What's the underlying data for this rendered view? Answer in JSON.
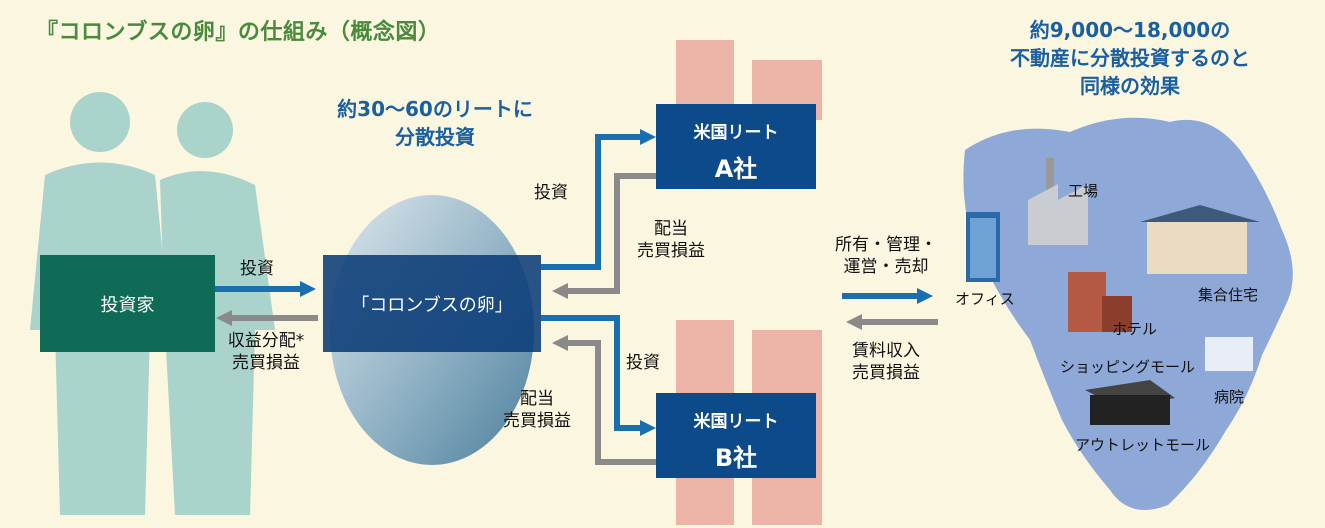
{
  "title": "『コロンブスの卵』の仕組み（概念図）",
  "center_heading": {
    "line1": "約30〜60のリートに",
    "line2": "分散投資"
  },
  "right_heading": {
    "line1": "約9,000〜18,000の",
    "line2": "不動産に分散投資するのと",
    "line3": "同様の効果"
  },
  "investor_label": "投資家",
  "fund_label": "「コロンブスの卵」",
  "reit_a": {
    "line1": "米国リート",
    "line2": "A社"
  },
  "reit_b": {
    "line1": "米国リート",
    "line2": "B社"
  },
  "flows": {
    "investor_to_fund": "投資",
    "fund_to_investor_1": "収益分配*",
    "fund_to_investor_2": "売買損益",
    "fund_to_a": "投資",
    "a_to_fund_1": "配当",
    "a_to_fund_2": "売買損益",
    "fund_to_b": "投資",
    "b_to_fund_1": "配当",
    "b_to_fund_2": "売買損益",
    "reits_to_property_1": "所有・管理・",
    "reits_to_property_2": "運営・売却",
    "property_to_reits_1": "賃料収入",
    "property_to_reits_2": "売買損益"
  },
  "property_types": {
    "office": "オフィス",
    "factory": "工場",
    "housing": "集合住宅",
    "hotel": "ホテル",
    "shopping_mall": "ショッピングモール",
    "hospital": "病院",
    "outlet_mall": "アウトレットモール"
  },
  "colors": {
    "background": "#fbf6df",
    "title_green": "#4a8a3c",
    "heading_blue": "#1a5fa0",
    "investor_green": "#0f6b55",
    "reit_navy": "#0d4a8a",
    "arrow_blue": "#1a6fb0",
    "arrow_gray": "#8a8a8a",
    "map_blue": "#8ea8d8",
    "silhouette": "#a9d3cb"
  }
}
